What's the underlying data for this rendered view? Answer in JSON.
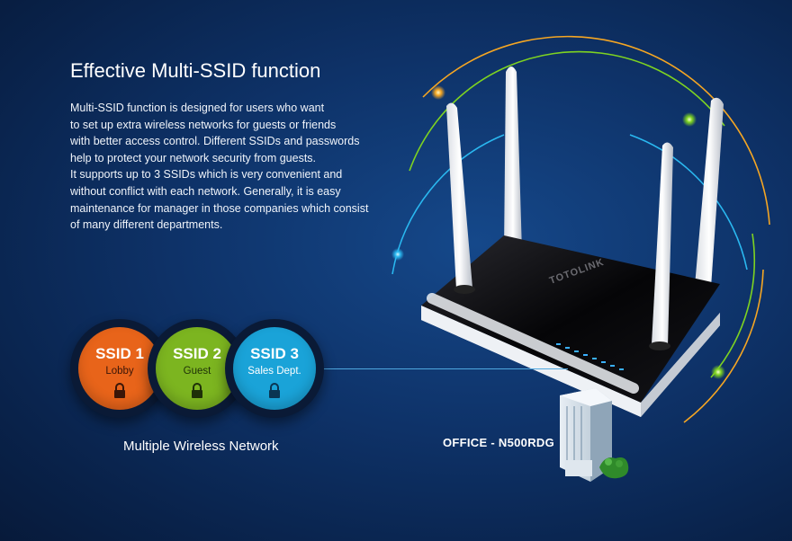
{
  "title": "Effective Multi-SSID function",
  "description_lines": [
    "Multi-SSID function is designed for users who want",
    "to set up extra wireless networks for guests or friends",
    "with better access control. Different SSIDs and passwords",
    "help to protect your network security from guests.",
    "It supports up to 3 SSIDs which is very convenient and",
    "without conflict with each network. Generally, it is easy",
    "maintenance for manager in those companies which consist",
    "of many different departments."
  ],
  "ssids": [
    {
      "name": "SSID 1",
      "label": "Lobby",
      "color": "#e8641a",
      "text_color": "#3a1608"
    },
    {
      "name": "SSID 2",
      "label": "Guest",
      "color": "#7cb520",
      "text_color": "#1e3008"
    },
    {
      "name": "SSID 3",
      "label": "Sales Dept.",
      "color": "#1aa3d8",
      "text_color": "#ffffff"
    }
  ],
  "network_caption": "Multiple Wireless Network",
  "office_label": "OFFICE - N500RDG",
  "router_brand": "TOTOLINK",
  "colors": {
    "signal_orange": "#f5a623",
    "signal_green": "#7ed321",
    "signal_blue": "#2ab8f0",
    "router_body": "#f2f4f7",
    "router_top": "#0b0b0d"
  }
}
